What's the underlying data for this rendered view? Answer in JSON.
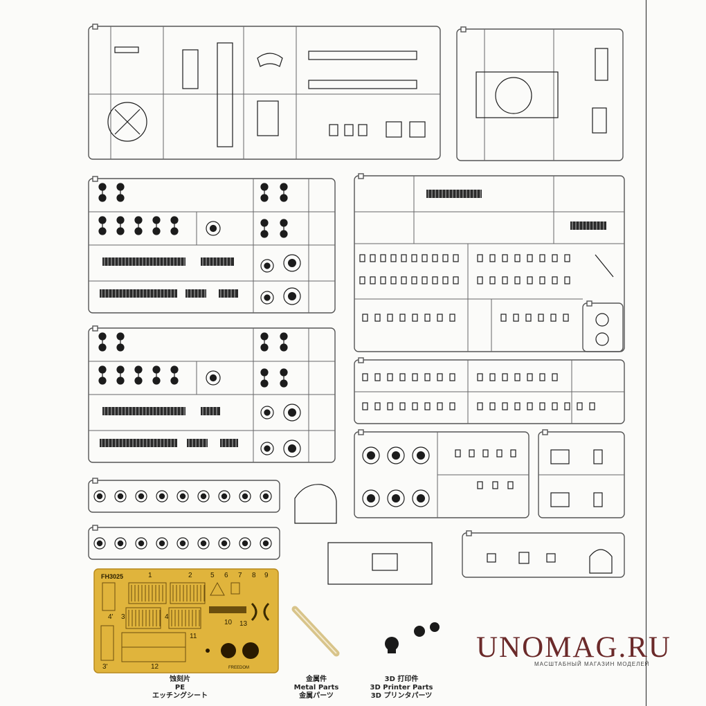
{
  "pe_sheet": {
    "code": "FH3025",
    "part_numbers": [
      "1",
      "2",
      "5",
      "6",
      "7",
      "8",
      "9",
      "4'",
      "3",
      "4",
      "10",
      "13",
      "11",
      "3'",
      "12"
    ],
    "brand_mark": "FREEDOM"
  },
  "captions": {
    "pe": [
      "蚀刻片",
      "PE",
      "エッチングシート"
    ],
    "metal": [
      "金属件",
      "Metal Parts",
      "金属パーツ"
    ],
    "printed": [
      "3D 打印件",
      "3D Printer Parts",
      "3D プリンタパーツ"
    ]
  },
  "watermark": {
    "title": "UNOMAG.RU",
    "subtitle": "МАСШТАБНЫЙ МАГАЗИН МОДЕЛЕЙ"
  },
  "colors": {
    "sprue": "#444444",
    "parts": "#1c1c1c",
    "pe_gold": "#e0b43c",
    "brand": "#6b2a2a"
  }
}
